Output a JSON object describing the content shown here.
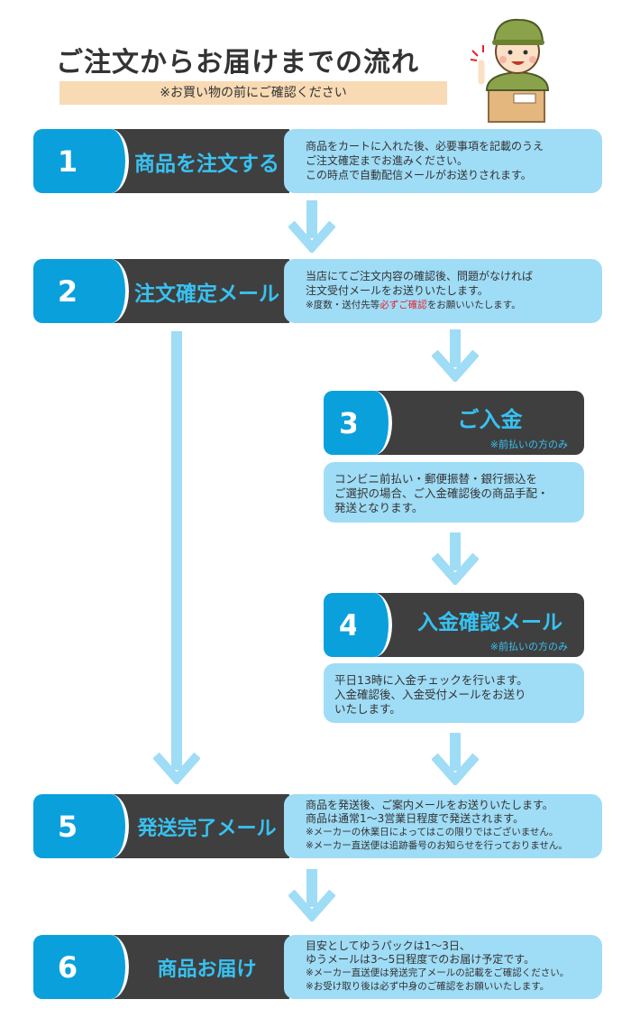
{
  "header": {
    "title": "ご注文からお届けまでの流れ",
    "note": "※お買い物の前にご確認ください"
  },
  "colors": {
    "number_bg": "#0aa0dc",
    "heading_bg": "#3f3f3f",
    "heading_text": "#37c2f2",
    "desc_bg": "#9fdcf6",
    "arrow": "#9fdcf6",
    "note_bg": "#f8dab4",
    "emphasis": "#e8202a"
  },
  "steps": [
    {
      "num": "1",
      "title": "商品を注文する",
      "lines": [
        "商品をカートに入れた後、必要事項を記載のうえ",
        "ご注文確定までお進みください。",
        "この時点で自動配信メールがお送りされます。"
      ]
    },
    {
      "num": "2",
      "title": "注文確定メール",
      "lines": [
        "当店にてご注文内容の確認後、問題がなければ",
        "注文受付メールをお送りいたします。"
      ],
      "note_pre": "※度数・送付先等",
      "note_em": "必ずご確認",
      "note_post": "をお願いいたします。"
    },
    {
      "num": "3",
      "title": "ご入金",
      "sub": "※前払いの方のみ",
      "lines": [
        "コンビニ前払い・郵便振替・銀行振込を",
        "ご選択の場合、ご入金確認後の商品手配・",
        "発送となります。"
      ]
    },
    {
      "num": "4",
      "title": "入金確認メール",
      "sub": "※前払いの方のみ",
      "lines": [
        "平日13時に入金チェックを行います。",
        "入金確認後、入金受付メールをお送り",
        "いたします。"
      ]
    },
    {
      "num": "5",
      "title": "発送完了メール",
      "lines": [
        "商品を発送後、ご案内メールをお送りいたします。",
        "商品は通常1～3営業日程度で発送されます。"
      ],
      "notes": [
        "※メーカーの休業日によってはこの限りではございません。",
        "※メーカー直送便は追跡番号のお知らせを行っておりません。"
      ]
    },
    {
      "num": "6",
      "title": "商品お届け",
      "lines": [
        "目安としてゆうパックは1～3日、",
        "ゆうメールは3～5日程度でのお届け予定です。"
      ],
      "notes": [
        "※メーカー直送便は発送完了メールの記載をご確認ください。",
        "※お受け取り後は必ず中身のご確認をお願いいたします。"
      ]
    }
  ]
}
